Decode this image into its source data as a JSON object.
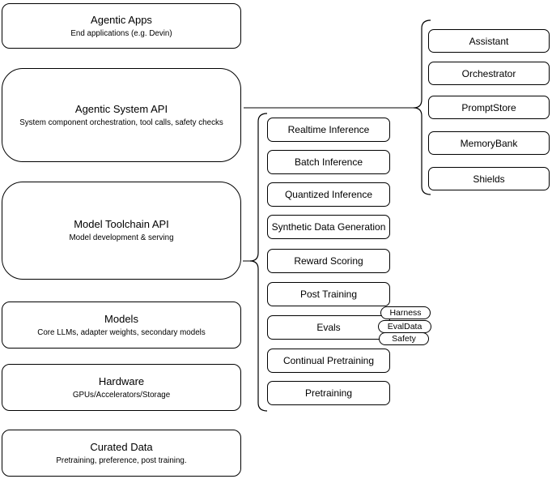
{
  "layers": [
    {
      "title": "Agentic Apps",
      "subtitle": "End applications (e.g. Devin)"
    },
    {
      "title": "Agentic System API",
      "subtitle": "System component orchestration, tool calls, safety checks"
    },
    {
      "title": "Model Toolchain API",
      "subtitle": "Model development & serving"
    },
    {
      "title": "Models",
      "subtitle": "Core LLMs, adapter weights, secondary models"
    },
    {
      "title": "Hardware",
      "subtitle": "GPUs/Accelerators/Storage"
    },
    {
      "title": "Curated Data",
      "subtitle": "Pretraining, preference, post training."
    }
  ],
  "toolchain_items": [
    "Realtime Inference",
    "Batch Inference",
    "Quantized Inference",
    "Synthetic Data Generation",
    "Reward Scoring",
    "Post Training",
    "Evals",
    "Continual Pretraining",
    "Pretraining"
  ],
  "system_items": [
    "Assistant",
    "Orchestrator",
    "PromptStore",
    "MemoryBank",
    "Shields"
  ],
  "eval_tags": [
    "Harness",
    "EvalData",
    "Safety"
  ],
  "colors": {
    "stroke": "#000000",
    "fill": "#ffffff",
    "text": "#000000"
  }
}
